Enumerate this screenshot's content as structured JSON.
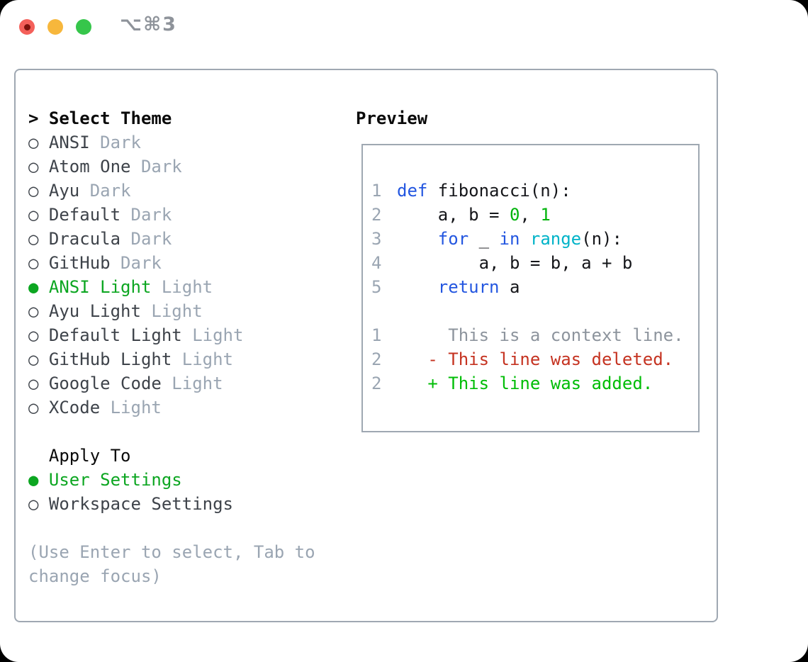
{
  "window": {
    "title": "⌥⌘3",
    "traffic_lights": [
      {
        "name": "close",
        "color": "#f4605a",
        "has_dot": true,
        "dot_color": "#7d120c"
      },
      {
        "name": "minimize",
        "color": "#f7b73c",
        "has_dot": false
      },
      {
        "name": "zoom",
        "color": "#36c64b",
        "has_dot": false
      }
    ]
  },
  "icons": {
    "selection_cursor": ">",
    "radio_selected": "●",
    "radio_unselected": "○"
  },
  "theme_panel": {
    "header": {
      "label": "Select Theme"
    },
    "themes": [
      {
        "name": "ANSI",
        "variant": "Dark",
        "selected": false
      },
      {
        "name": "Atom One",
        "variant": "Dark",
        "selected": false
      },
      {
        "name": "Ayu",
        "variant": "Dark",
        "selected": false
      },
      {
        "name": "Default",
        "variant": "Dark",
        "selected": false
      },
      {
        "name": "Dracula",
        "variant": "Dark",
        "selected": false
      },
      {
        "name": "GitHub",
        "variant": "Dark",
        "selected": false
      },
      {
        "name": "ANSI Light",
        "variant": "Light",
        "selected": true
      },
      {
        "name": "Ayu Light",
        "variant": "Light",
        "selected": false
      },
      {
        "name": "Default Light",
        "variant": "Light",
        "selected": false
      },
      {
        "name": "GitHub Light",
        "variant": "Light",
        "selected": false
      },
      {
        "name": "Google Code",
        "variant": "Light",
        "selected": false
      },
      {
        "name": "XCode",
        "variant": "Light",
        "selected": false
      }
    ],
    "apply_to": {
      "label": "Apply To",
      "options": [
        {
          "label": "User Settings",
          "selected": true
        },
        {
          "label": "Workspace Settings",
          "selected": false
        }
      ]
    },
    "hint": "(Use Enter to select, Tab to change focus)"
  },
  "preview": {
    "label": "Preview",
    "lines": [
      {
        "num": "1",
        "segments": [
          {
            "c": "kw",
            "t": "def"
          },
          {
            "c": "plain",
            "t": " fibonacci(n):"
          }
        ]
      },
      {
        "num": "2",
        "segments": [
          {
            "c": "plain",
            "t": "    a, b = "
          },
          {
            "c": "num",
            "t": "0"
          },
          {
            "c": "plain",
            "t": ", "
          },
          {
            "c": "num",
            "t": "1"
          }
        ]
      },
      {
        "num": "3",
        "segments": [
          {
            "c": "plain",
            "t": "    "
          },
          {
            "c": "kw",
            "t": "for"
          },
          {
            "c": "plain",
            "t": " _ "
          },
          {
            "c": "kw",
            "t": "in"
          },
          {
            "c": "plain",
            "t": " "
          },
          {
            "c": "builtin",
            "t": "range"
          },
          {
            "c": "plain",
            "t": "(n):"
          }
        ]
      },
      {
        "num": "4",
        "segments": [
          {
            "c": "plain",
            "t": "        a, b = b, a + b"
          }
        ]
      },
      {
        "num": "5",
        "segments": [
          {
            "c": "plain",
            "t": "    "
          },
          {
            "c": "kw",
            "t": "return"
          },
          {
            "c": "plain",
            "t": " a"
          }
        ]
      },
      null,
      {
        "num": "1",
        "segments": [
          {
            "c": "context",
            "t": "     This is a context line."
          }
        ]
      },
      {
        "num": "2",
        "segments": [
          {
            "c": "deleted",
            "t": "   - This line was deleted."
          }
        ]
      },
      {
        "num": "2",
        "segments": [
          {
            "c": "added",
            "t": "   + This line was added."
          }
        ]
      }
    ]
  },
  "colors": {
    "panel_border": "#9fa8b2",
    "selected_green": "#0ca621",
    "keyword_blue": "#2356e0",
    "builtin_cyan": "#00b3c8",
    "number_green": "#00b40b",
    "added_green": "#00bd06",
    "deleted_red": "#c53321",
    "muted_gray": "#9aa5b2",
    "text_dark": "#3e434a"
  }
}
